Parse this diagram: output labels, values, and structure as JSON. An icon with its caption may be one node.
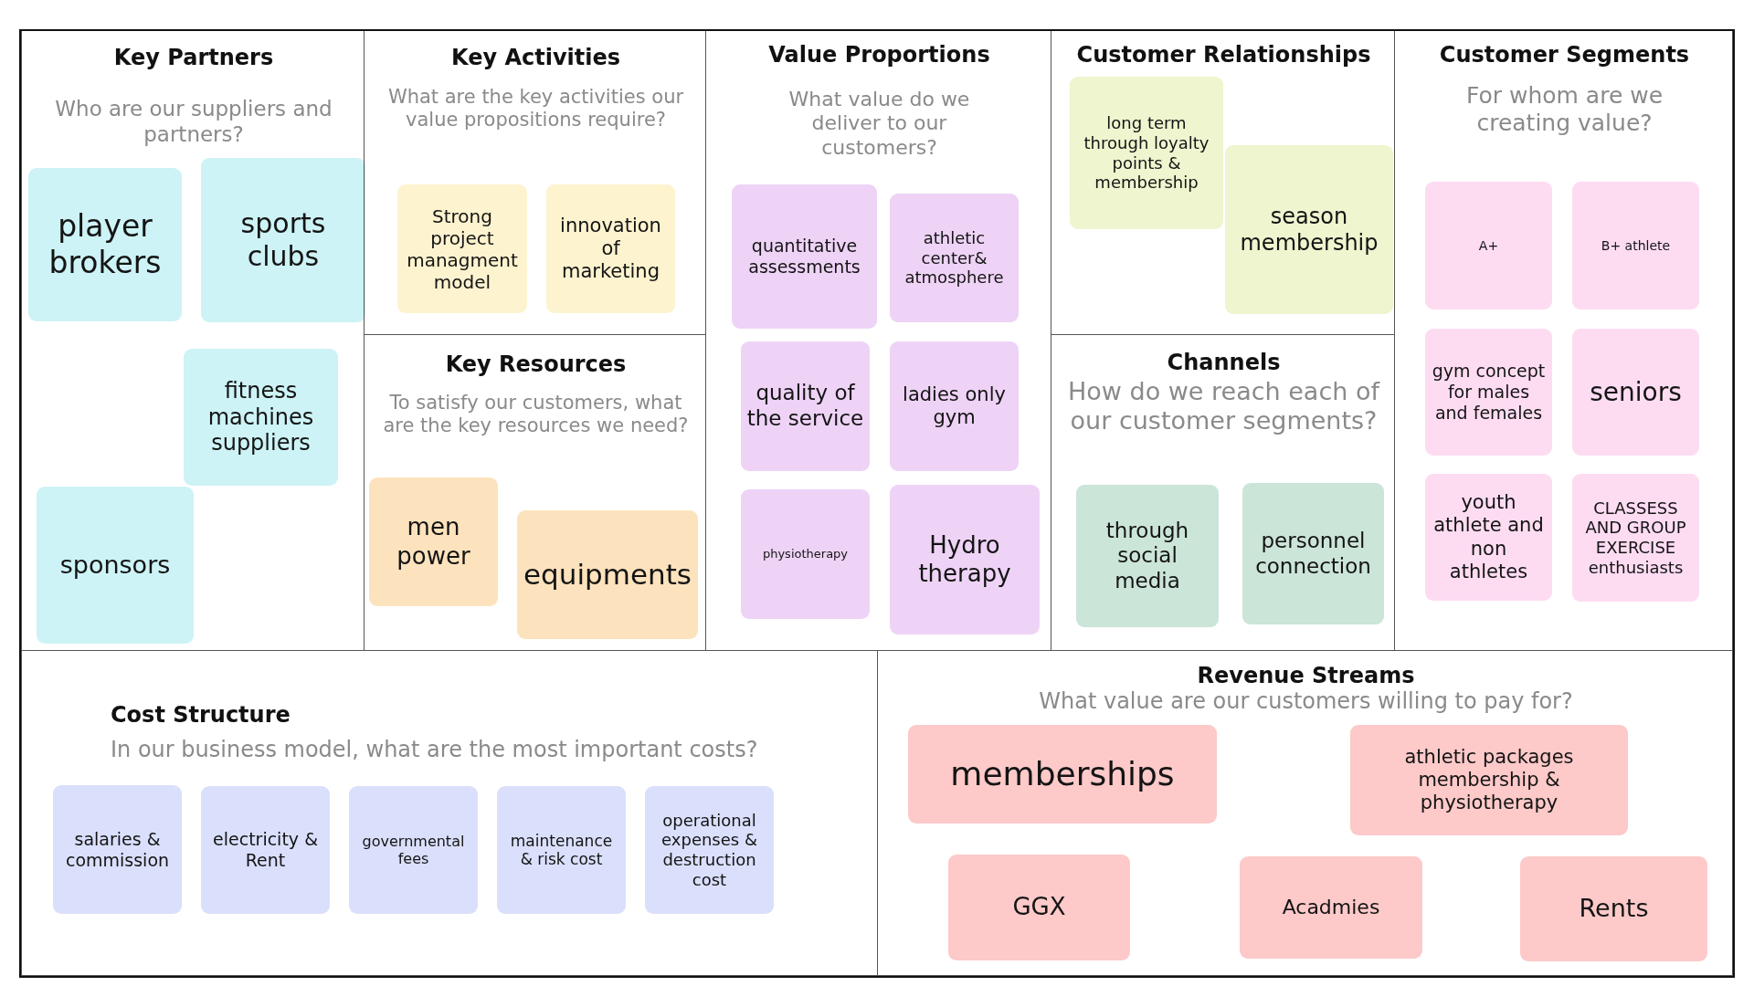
{
  "diagram": {
    "nodes": [
      {
        "text": [
          "Key Partners",
          "Who are our suppliers and partners?"
        ]
      },
      {
        "text": [
          "player brokers"
        ],
        "in": 0
      },
      {
        "text": [
          "sports clubs"
        ],
        "in": 0
      },
      {
        "text": [
          "fitness machines suppliers"
        ],
        "in": 0
      },
      {
        "text": [
          "sponsors"
        ],
        "in": 0
      },
      {
        "text": [
          "Key Activities",
          "What are the key activities our value propositions require?"
        ]
      },
      {
        "text": [
          "Strong project managment model"
        ],
        "in": 5
      },
      {
        "text": [
          "innovation of marketing"
        ],
        "in": 5
      },
      {
        "text": [
          "Key Resources",
          "To satisfy our customers, what are the key resources we need?"
        ]
      },
      {
        "text": [
          "men power"
        ],
        "in": 8
      },
      {
        "text": [
          "equipments"
        ],
        "in": 8
      },
      {
        "text": [
          "Value Proportions",
          "What value do we deliver to our customers?"
        ]
      },
      {
        "text": [
          "quantitative assessments"
        ],
        "in": 11
      },
      {
        "text": [
          "athletic center& atmosphere"
        ],
        "in": 11
      },
      {
        "text": [
          "quality of the service"
        ],
        "in": 11
      },
      {
        "text": [
          "ladies only gym"
        ],
        "in": 11
      },
      {
        "text": [
          "physiotherapy"
        ],
        "in": 11
      },
      {
        "text": [
          "Hydro therapy"
        ],
        "in": 11
      },
      {
        "text": [
          "Customer Relationships"
        ]
      },
      {
        "text": [
          "long term through loyalty points & membership"
        ],
        "in": 18
      },
      {
        "text": [
          "season membership"
        ],
        "in": 18
      },
      {
        "text": [
          "Channels",
          "How do we reach each of our customer segments?"
        ]
      },
      {
        "text": [
          "through social media"
        ],
        "in": 21
      },
      {
        "text": [
          "personnel connection"
        ],
        "in": 21
      },
      {
        "text": [
          "Customer Segments",
          "For whom are we creating value?"
        ]
      },
      {
        "text": [
          "A+"
        ],
        "in": 24
      },
      {
        "text": [
          "B+ athlete"
        ],
        "in": 24
      },
      {
        "text": [
          "gym concept for males and females"
        ],
        "in": 24
      },
      {
        "text": [
          "seniors"
        ],
        "in": 24
      },
      {
        "text": [
          "youth athlete and non athletes"
        ],
        "in": 24
      },
      {
        "text": [
          "CLASSESS AND GROUP EXERCISE enthusiasts"
        ],
        "in": 24
      },
      {
        "text": [
          "Cost Structure",
          "In our business model, what are the most important costs?"
        ]
      },
      {
        "text": [
          "salaries & commission"
        ],
        "in": 31
      },
      {
        "text": [
          "electricity & Rent"
        ],
        "in": 31
      },
      {
        "text": [
          "governmental fees"
        ],
        "in": 31
      },
      {
        "text": [
          "maintenance & risk cost"
        ],
        "in": 31
      },
      {
        "text": [
          "operational expenses & destruction cost"
        ],
        "in": 31
      },
      {
        "text": [
          "Revenue Streams",
          "What value are our customers willing to pay for?"
        ]
      },
      {
        "text": [
          "memberships"
        ],
        "in": 37
      },
      {
        "text": [
          "athletic packages membership & physiotherapy"
        ],
        "in": 37
      },
      {
        "text": [
          "GGX"
        ],
        "in": 37
      },
      {
        "text": [
          "Acadmies"
        ],
        "in": 37
      },
      {
        "text": [
          "Rents"
        ],
        "in": 37
      }
    ]
  }
}
